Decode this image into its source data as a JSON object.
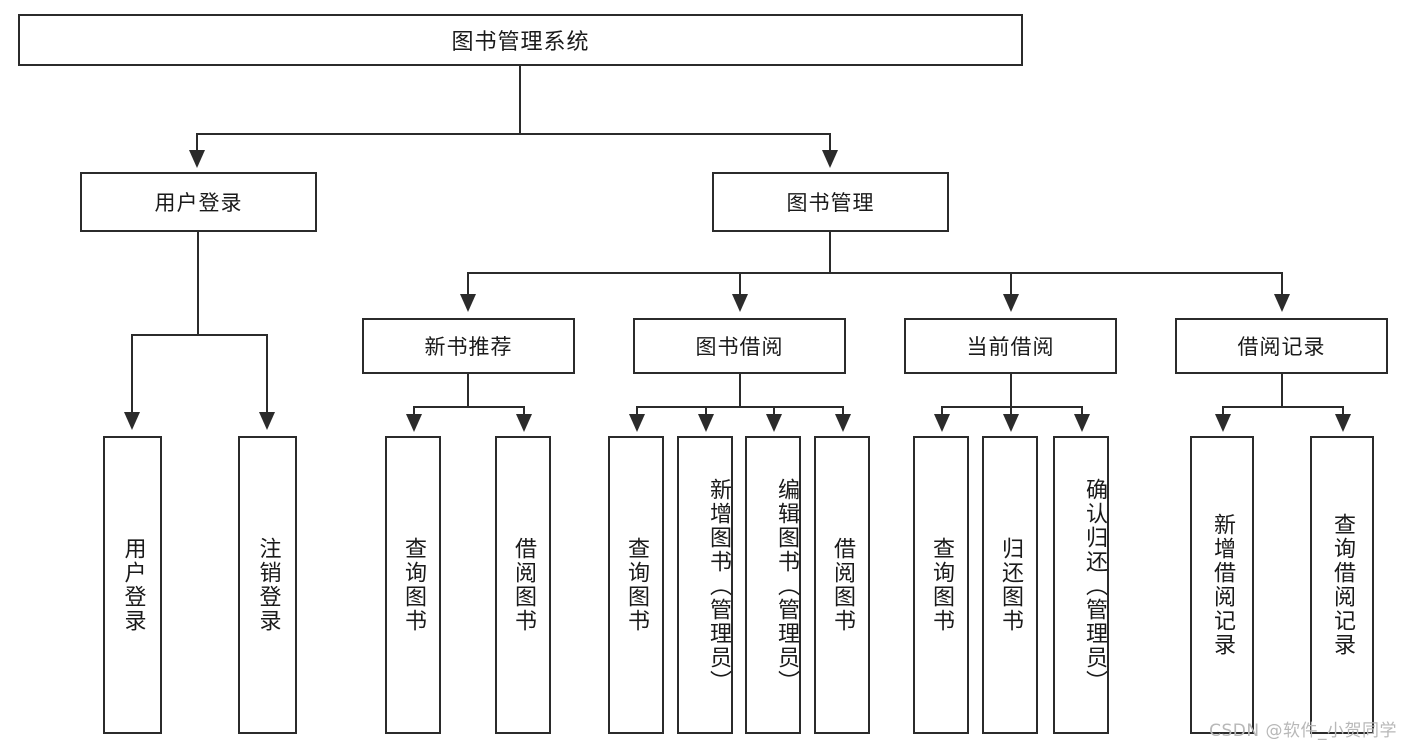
{
  "diagram": {
    "type": "tree",
    "title": "图书管理系统",
    "root": {
      "label": "图书管理系统"
    },
    "level1": [
      {
        "id": "user-login",
        "label": "用户登录"
      },
      {
        "id": "book-manage",
        "label": "图书管理"
      }
    ],
    "level2": [
      {
        "id": "new-book-recommend",
        "label": "新书推荐",
        "parent": "book-manage"
      },
      {
        "id": "book-borrow",
        "label": "图书借阅",
        "parent": "book-manage"
      },
      {
        "id": "current-borrow",
        "label": "当前借阅",
        "parent": "book-manage"
      },
      {
        "id": "borrow-record",
        "label": "借阅记录",
        "parent": "book-manage"
      }
    ],
    "leaves": {
      "user-login": [
        {
          "id": "leaf-user-login",
          "label": "用户登录"
        },
        {
          "id": "leaf-user-logout",
          "label": "注销登录"
        }
      ],
      "new-book-recommend": [
        {
          "id": "leaf-query-book-1",
          "label": "查询图书"
        },
        {
          "id": "leaf-borrow-book-1",
          "label": "借阅图书"
        }
      ],
      "book-borrow": [
        {
          "id": "leaf-query-book-2",
          "label": "查询图书"
        },
        {
          "id": "leaf-add-book",
          "label": "新增图书（管理员）"
        },
        {
          "id": "leaf-edit-book",
          "label": "编辑图书（管理员）"
        },
        {
          "id": "leaf-borrow-book-2",
          "label": "借阅图书"
        }
      ],
      "current-borrow": [
        {
          "id": "leaf-query-book-3",
          "label": "查询图书"
        },
        {
          "id": "leaf-return-book",
          "label": "归还图书"
        },
        {
          "id": "leaf-confirm-return",
          "label": "确认归还（管理员）"
        }
      ],
      "borrow-record": [
        {
          "id": "leaf-add-record",
          "label": "新增借阅记录"
        },
        {
          "id": "leaf-query-record",
          "label": "查询借阅记录"
        }
      ]
    },
    "colors": {
      "stroke": "#2b2b2b",
      "fill": "#ffffff",
      "text": "#1a1a1a",
      "watermark": "#b8b8b8"
    }
  },
  "watermark": {
    "text": "CSDN @软件_小贺同学"
  }
}
